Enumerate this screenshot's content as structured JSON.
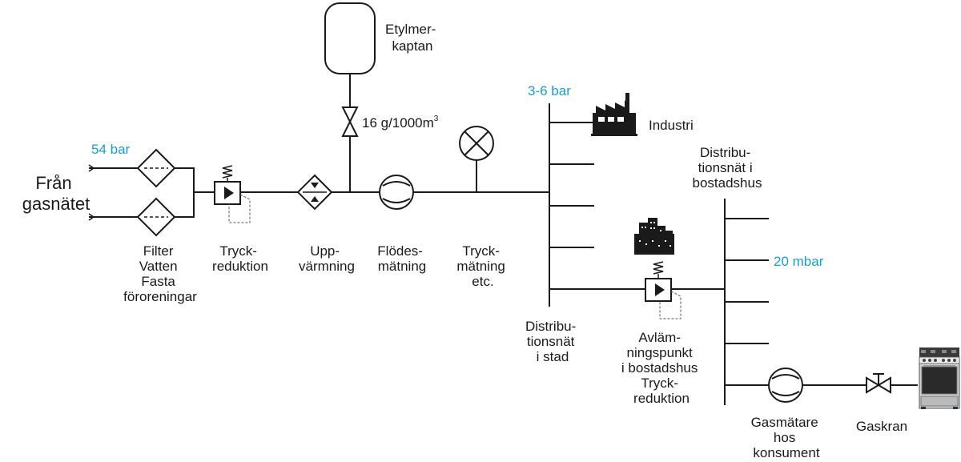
{
  "source_label": [
    "Från",
    "gasnätet"
  ],
  "pressures": {
    "inlet": "54 bar",
    "city": "3-6 bar",
    "house": "20 mbar"
  },
  "odorant": {
    "name": [
      "Etylmer-",
      "kaptan"
    ],
    "dose": "16 g/1000m",
    "dose_sup": "3"
  },
  "stages": {
    "filter": [
      "Filter",
      "Vatten",
      "Fasta",
      "föroreningar"
    ],
    "reduction": [
      "Tryck-",
      "reduktion"
    ],
    "heating": [
      "Upp-",
      "värmning"
    ],
    "flow": [
      "Flödes-",
      "mätning"
    ],
    "pressure": [
      "Tryck-",
      "mätning",
      "etc."
    ]
  },
  "city_network": [
    "Distribu-",
    "tionsnät",
    "i stad"
  ],
  "industry": "Industri",
  "house_network": [
    "Distribu-",
    "tionsnät i",
    "bostadshus"
  ],
  "delivery_point": [
    "Avläm-",
    "ningspunkt",
    "i bostadshus",
    "Tryck-",
    "reduktion"
  ],
  "consumer_meter": [
    "Gasmätare",
    "hos",
    "konsument"
  ],
  "gas_valve": "Gaskran",
  "colors": {
    "line": "#1a1a1a",
    "pressure_text": "#1aa0c8"
  },
  "icons": [
    "filter-icon",
    "pressure-regulator-icon",
    "heat-exchanger-icon",
    "flow-meter-icon",
    "pressure-gauge-icon",
    "odorant-tank-icon",
    "valve-icon",
    "factory-icon",
    "apartment-buildings-icon",
    "gas-stove-icon"
  ]
}
